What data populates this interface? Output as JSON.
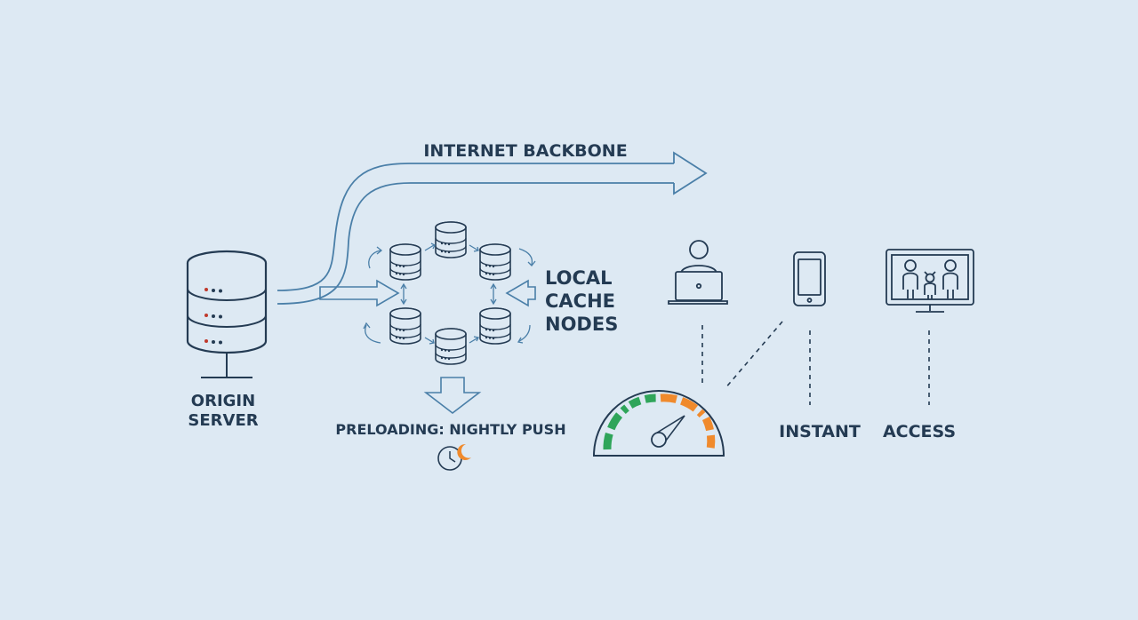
{
  "colors": {
    "background": "#dde9f3",
    "ink": "#243b53",
    "flow": "#4a7fa8",
    "gauge_green": "#2fa55a",
    "gauge_orange": "#f08a2c"
  },
  "labels": {
    "internet_backbone": "INTERNET BACKBONE",
    "origin_line1": "ORIGIN",
    "origin_line2": "SERVER",
    "cache_line1": "LOCAL",
    "cache_line2": "CACHE",
    "cache_line3": "NODES",
    "preloading": "PRELOADING: NIGHTLY PUSH",
    "instant": "INSTANT",
    "access": "ACCESS"
  },
  "icons": {
    "origin": "server-stack-icon",
    "cache_node": "database-node-icon",
    "preload": "clock-moon-icon",
    "gauge": "speedometer-gauge-icon",
    "laptop_user": "laptop-user-icon",
    "phone": "smartphone-icon",
    "tv": "family-tv-icon"
  },
  "gauge": {
    "needle_fraction": 0.8
  }
}
